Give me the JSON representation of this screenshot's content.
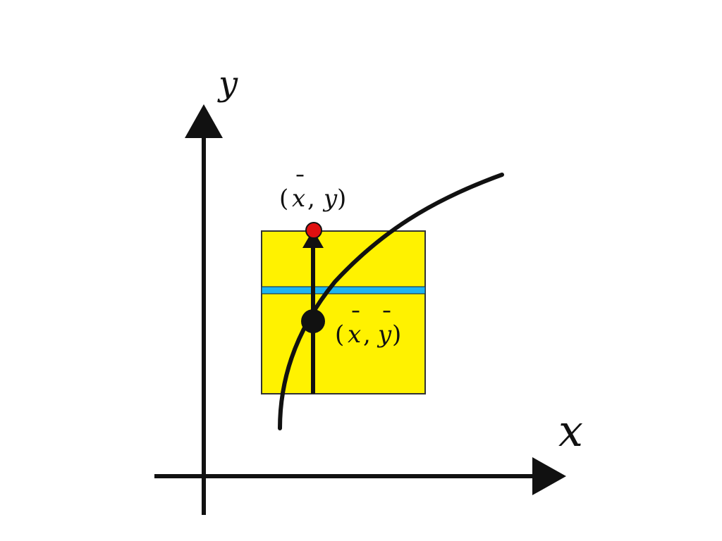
{
  "diagram": {
    "axes": {
      "x_label": "x",
      "y_label": "y"
    },
    "annotations": {
      "top_point_label": {
        "open": "(",
        "var_x": "x",
        "bar_x": "¯",
        "sep": ", ",
        "var_y": "y",
        "close": ")"
      },
      "mean_point_label": {
        "open": "(",
        "var_x": "x",
        "bar_x": "¯",
        "sep": ", ",
        "var_y": "y",
        "bar_y": "¯",
        "close": ")"
      }
    },
    "colors": {
      "axis": "#111111",
      "curve": "#111111",
      "box_fill": "#FFF200",
      "box_stroke": "#333333",
      "band": "#1EB4F0",
      "top_point": "#E01010",
      "mean_point": "#111111"
    }
  }
}
